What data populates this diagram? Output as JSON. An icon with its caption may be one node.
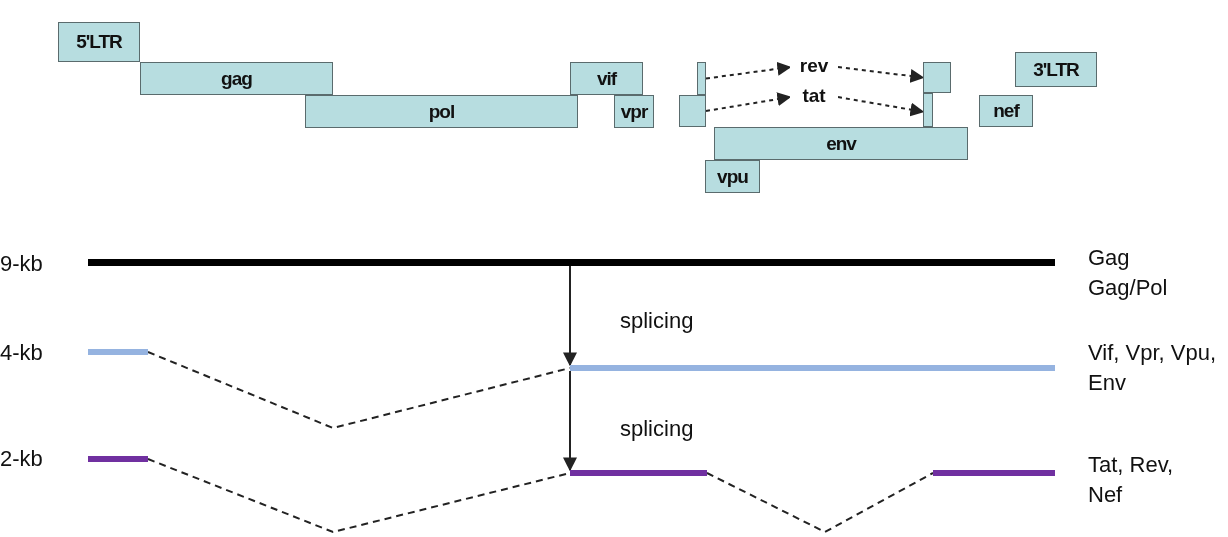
{
  "diagram": {
    "nodes": [
      {
        "text": [
          "5'LTR"
        ]
      },
      {
        "text": [
          "gag"
        ]
      },
      {
        "text": [
          "pol"
        ]
      },
      {
        "text": [
          "vif"
        ]
      },
      {
        "text": [
          "vpr"
        ]
      },
      {
        "text": [],
        "shape": "box"
      },
      {
        "text": [],
        "shape": "box"
      },
      {
        "text": [
          "rev"
        ]
      },
      {
        "text": [
          "tat"
        ]
      },
      {
        "text": [],
        "shape": "box"
      },
      {
        "text": [],
        "shape": "box"
      },
      {
        "text": [
          "env"
        ]
      },
      {
        "text": [
          "vpu"
        ]
      },
      {
        "text": [
          "3'LTR"
        ]
      },
      {
        "text": [
          "nef"
        ]
      },
      {
        "text": [],
        "shape": "bar"
      },
      {
        "text": [],
        "shape": "bar"
      },
      {
        "text": [],
        "shape": "bar"
      },
      {
        "text": [],
        "shape": "bar"
      },
      {
        "text": [],
        "shape": "bar"
      },
      {
        "text": [],
        "shape": "bar"
      }
    ],
    "edges": [
      {
        "from": 5,
        "to": 7,
        "arrow": "to",
        "style": "dashed"
      },
      {
        "from": 7,
        "to": 9,
        "arrow": "to",
        "style": "dashed"
      },
      {
        "from": 6,
        "to": 8,
        "arrow": "to",
        "style": "dashed"
      },
      {
        "from": 8,
        "to": 10,
        "arrow": "to",
        "style": "dashed"
      },
      {
        "from": 15,
        "to": 17,
        "arrow": "to",
        "label": "splicing"
      },
      {
        "from": 16,
        "to": 17,
        "arrow": "none",
        "style": "dashed"
      },
      {
        "from": 17,
        "to": 19,
        "arrow": "to",
        "label": "splicing"
      },
      {
        "from": 18,
        "to": 19,
        "arrow": "none",
        "style": "dashed"
      },
      {
        "from": 19,
        "to": 20,
        "arrow": "none",
        "style": "dashed"
      }
    ],
    "labels": [
      "9-kb",
      "Gag Gag/Pol",
      "4-kb",
      "Vif, Vpr, Vpu, Env",
      "2-kb",
      "Tat, Rev, Nef"
    ]
  }
}
